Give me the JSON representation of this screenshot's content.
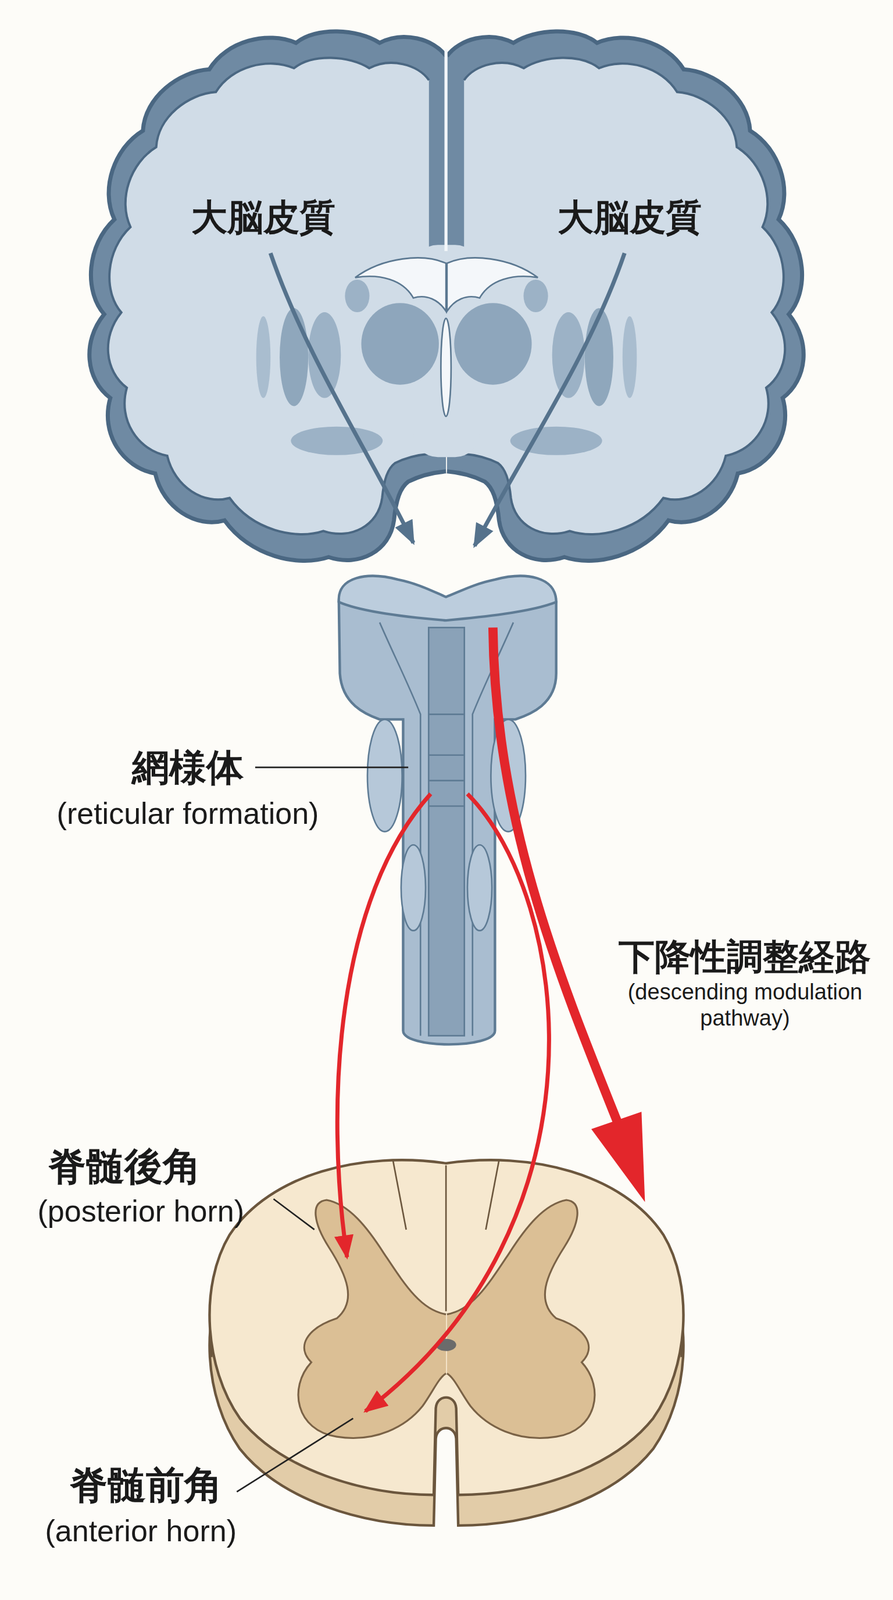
{
  "diagram": {
    "labels": [
      "大脳皮質",
      "大脳皮質",
      "網様体",
      "(reticular formation)",
      "下降性調整経路",
      "(descending modulation pathway)",
      "脊髄後角",
      "(posterior horn)",
      "脊髄前角",
      "(anterior horn)"
    ]
  }
}
